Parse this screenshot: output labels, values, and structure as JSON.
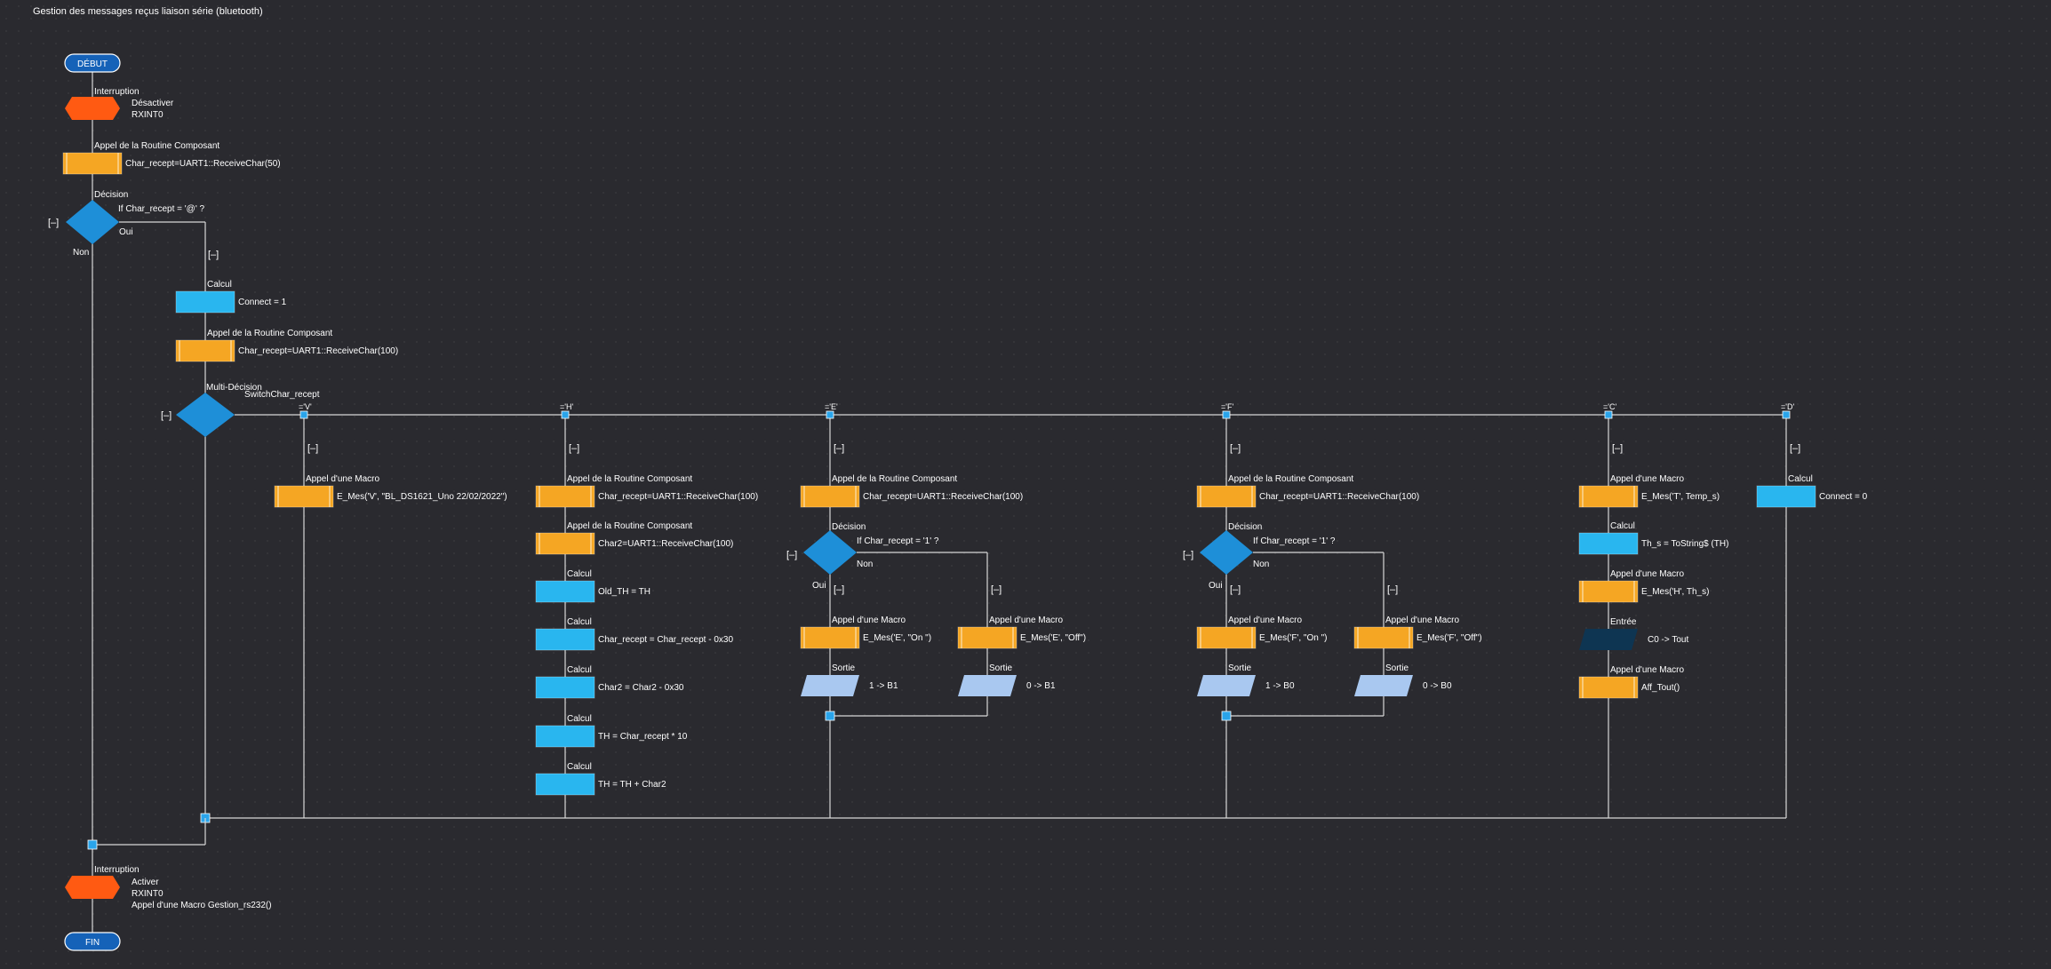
{
  "title": "Gestion des messages reçus liaison série (bluetooth)",
  "terminals": {
    "start": "DÉBUT",
    "end": "FIN"
  },
  "interrupt_top": {
    "type": "Interruption",
    "lines": [
      "Désactiver",
      "RXINT0"
    ]
  },
  "call_rx1": {
    "type": "Appel de la Routine Composant",
    "text": "Char_recept=UART1::ReceiveChar(50)"
  },
  "decision_main": {
    "type": "Décision",
    "text": "If  Char_recept = '@' ?",
    "yes": "Oui",
    "no": "Non",
    "collapse": "[–]"
  },
  "collapse_yes": "[–]",
  "calc_connect": {
    "type": "Calcul",
    "text": "Connect = 1"
  },
  "call_rx2": {
    "type": "Appel de la Routine Composant",
    "text": "Char_recept=UART1::ReceiveChar(100)"
  },
  "switch": {
    "type": "Multi-Décision",
    "text": "SwitchChar_recept",
    "collapse": "[–]"
  },
  "cases": [
    {
      "label": "='V'",
      "collapse": "[–]",
      "nodes": [
        {
          "type": "Appel d'une Macro",
          "text": "E_Mes('V', \"BL_DS1621_Uno 22/02/2022\")"
        }
      ]
    },
    {
      "label": "='H'",
      "collapse": "[–]",
      "nodes": [
        {
          "type": "Appel de la Routine Composant",
          "text": "Char_recept=UART1::ReceiveChar(100)"
        },
        {
          "type": "Appel de la Routine Composant",
          "text": "Char2=UART1::ReceiveChar(100)"
        },
        {
          "type": "Calcul",
          "text": "Old_TH = TH"
        },
        {
          "type": "Calcul",
          "text": "Char_recept = Char_recept - 0x30"
        },
        {
          "type": "Calcul",
          "text": "Char2 = Char2 - 0x30"
        },
        {
          "type": "Calcul",
          "text": "TH = Char_recept * 10"
        },
        {
          "type": "Calcul",
          "text": "TH = TH + Char2"
        }
      ]
    },
    {
      "label": "='E'",
      "collapse": "[–]",
      "call": {
        "type": "Appel de la Routine Composant",
        "text": "Char_recept=UART1::ReceiveChar(100)"
      },
      "decision": {
        "type": "Décision",
        "text": "If  Char_recept = '1' ?",
        "yes": "Oui",
        "no": "Non",
        "collapse": "[–]",
        "yes_collapse": "[–]",
        "no_collapse": "[–]"
      },
      "yes": [
        {
          "type": "Appel d'une Macro",
          "text": "E_Mes('E', \"On \")"
        },
        {
          "type": "Sortie",
          "text": "1 -> B1"
        }
      ],
      "no": [
        {
          "type": "Appel d'une Macro",
          "text": "E_Mes('E', \"Off\")"
        },
        {
          "type": "Sortie",
          "text": "0 -> B1"
        }
      ]
    },
    {
      "label": "='F'",
      "collapse": "[–]",
      "call": {
        "type": "Appel de la Routine Composant",
        "text": "Char_recept=UART1::ReceiveChar(100)"
      },
      "decision": {
        "type": "Décision",
        "text": "If  Char_recept = '1' ?",
        "yes": "Oui",
        "no": "Non",
        "collapse": "[–]",
        "yes_collapse": "[–]",
        "no_collapse": "[–]"
      },
      "yes": [
        {
          "type": "Appel d'une Macro",
          "text": "E_Mes('F', \"On \")"
        },
        {
          "type": "Sortie",
          "text": "1 -> B0"
        }
      ],
      "no": [
        {
          "type": "Appel d'une Macro",
          "text": "E_Mes('F', \"Off\")"
        },
        {
          "type": "Sortie",
          "text": "0 -> B0"
        }
      ]
    },
    {
      "label": "='C'",
      "collapse": "[–]",
      "nodes": [
        {
          "type": "Appel d'une Macro",
          "text": "E_Mes('T', Temp_s)"
        },
        {
          "type": "Calcul",
          "text": "Th_s = ToString$ (TH)"
        },
        {
          "type": "Appel d'une Macro",
          "text": "E_Mes('H', Th_s)"
        },
        {
          "type": "Entrée",
          "text": "C0 -> Tout"
        },
        {
          "type": "Appel d'une Macro",
          "text": "Aff_Tout()"
        }
      ]
    },
    {
      "label": "='D'",
      "collapse": "[–]",
      "nodes": [
        {
          "type": "Calcul",
          "text": "Connect = 0"
        }
      ]
    }
  ],
  "interrupt_bottom": {
    "type": "Interruption",
    "lines": [
      "Activer",
      "RXINT0",
      "Appel d'une Macro Gestion_rs232()"
    ]
  },
  "colors": {
    "background": "#2a2a2f",
    "line": "#d8d8d8",
    "calc": "#29b6ef",
    "macro": "#f5a623",
    "interrupt": "#ff5a12",
    "decision": "#1e8fd8",
    "terminal": "#1562b8",
    "output": "#a9c8f0",
    "input": "#0e3552",
    "connector": "#2aa4ea"
  }
}
